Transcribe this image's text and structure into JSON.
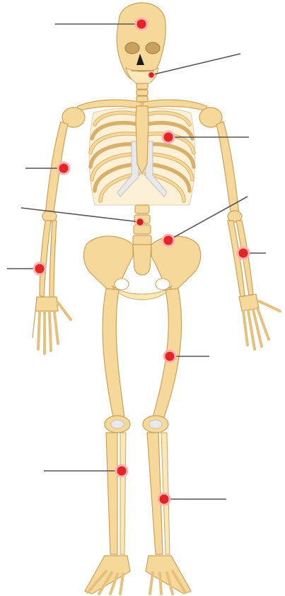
{
  "image": {
    "subject": "skeleton-anterior-view",
    "colors": {
      "bone": "#f6d89a",
      "bone_outline": "#c9a25a",
      "cartilage": "#e9e9e9",
      "marker": "#e02626",
      "leader_line": "#555555"
    }
  },
  "callouts": [
    {
      "id": "skull",
      "marker": "red-dot",
      "label": ""
    },
    {
      "id": "mandible",
      "marker": "red-dot",
      "label": ""
    },
    {
      "id": "ribs",
      "marker": "red-dot",
      "label": ""
    },
    {
      "id": "humerus",
      "marker": "red-dot",
      "label": ""
    },
    {
      "id": "vertebral-column",
      "marker": "red-dot",
      "label": ""
    },
    {
      "id": "pelvis",
      "marker": "red-dot",
      "label": ""
    },
    {
      "id": "radius-left",
      "marker": "red-dot",
      "label": ""
    },
    {
      "id": "ulna-right",
      "marker": "red-dot",
      "label": ""
    },
    {
      "id": "femur",
      "marker": "red-dot",
      "label": ""
    },
    {
      "id": "tibia",
      "marker": "red-dot",
      "label": ""
    },
    {
      "id": "fibula",
      "marker": "red-dot",
      "label": ""
    }
  ]
}
